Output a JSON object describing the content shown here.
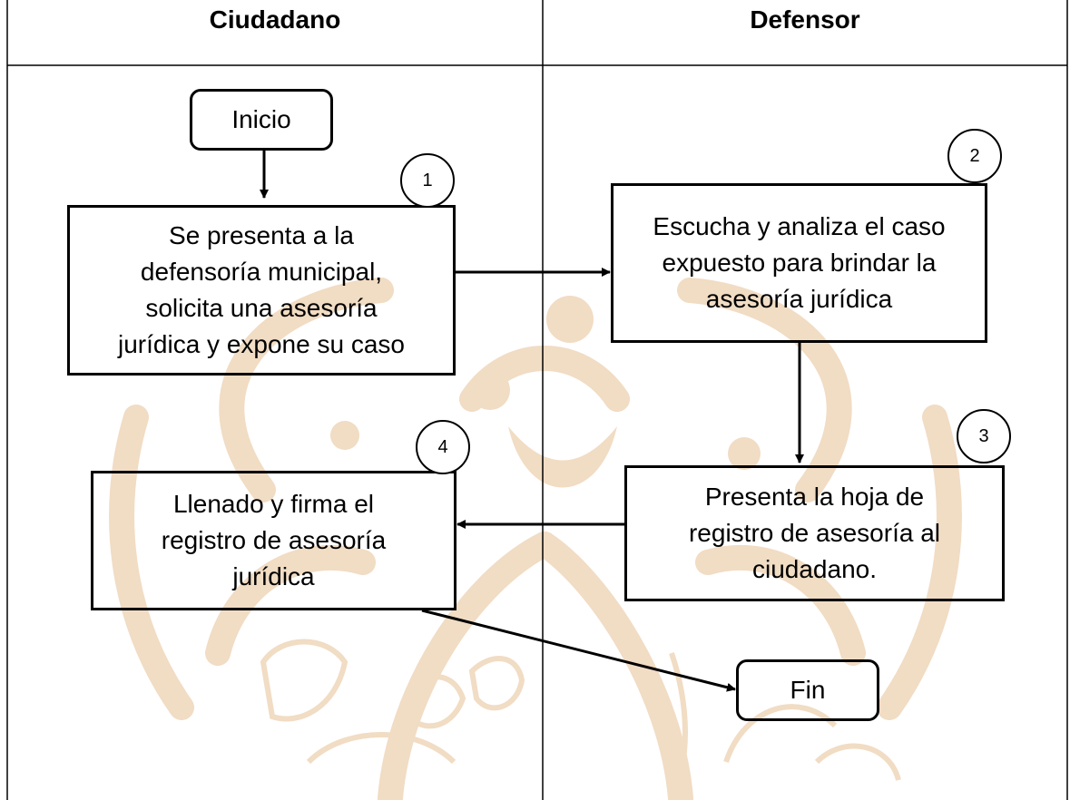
{
  "lanes": {
    "left_title": "Ciudadano",
    "right_title": "Defensor"
  },
  "nodes": {
    "start": "Inicio",
    "step1": "Se presenta a la\ndefensoría municipal,\nsolicita una asesoría\njurídica y expone su caso",
    "step2": "Escucha y analiza el caso\nexpuesto para brindar la\nasesoría jurídica",
    "step3": "Presenta la hoja de\nregistro de asesoría al\nciudadano.",
    "step4": "Llenado y firma el\nregistro de asesoría\njurídica",
    "end": "Fin"
  },
  "step_numbers": {
    "n1": "1",
    "n2": "2",
    "n3": "3",
    "n4": "4"
  },
  "colors": {
    "line": "#000000",
    "watermark": "#f1dcc4"
  },
  "watermark": "decorative-agricultural-emblem"
}
